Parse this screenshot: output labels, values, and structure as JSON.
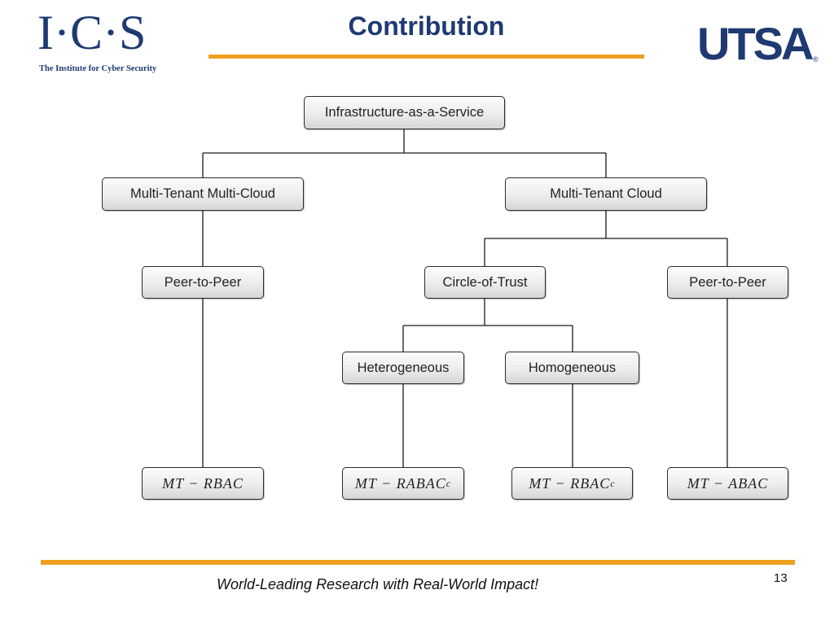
{
  "header": {
    "ics_logo": {
      "letters": "I·C·S",
      "subtitle": "The Institute for Cyber Security"
    },
    "title": "Contribution",
    "utsa_logo": {
      "text": "UTSA",
      "reg_mark": "®"
    }
  },
  "diagram": {
    "nodes": {
      "iaas": "Infrastructure-as-a-Service",
      "mtmc": "Multi-Tenant Multi-Cloud",
      "mtc": "Multi-Tenant Cloud",
      "p2p_left": "Peer-to-Peer",
      "cot": "Circle-of-Trust",
      "p2p_right": "Peer-to-Peer",
      "hetero": "Heterogeneous",
      "homo": "Homogeneous"
    },
    "models": {
      "mt_rbac": {
        "text": "MT − RBAC",
        "sub": ""
      },
      "mt_rabac_c": {
        "text": "MT − RABAC",
        "sub": "c"
      },
      "mt_rbac_c": {
        "text": "MT − RBAC",
        "sub": "c"
      },
      "mt_abac": {
        "text": "MT − ABAC",
        "sub": ""
      }
    }
  },
  "footer": {
    "tagline": "World-Leading Research with Real-World Impact!",
    "page_number": "13"
  },
  "colors": {
    "navy": "#1f3a72",
    "orange": "#f0a01e"
  }
}
